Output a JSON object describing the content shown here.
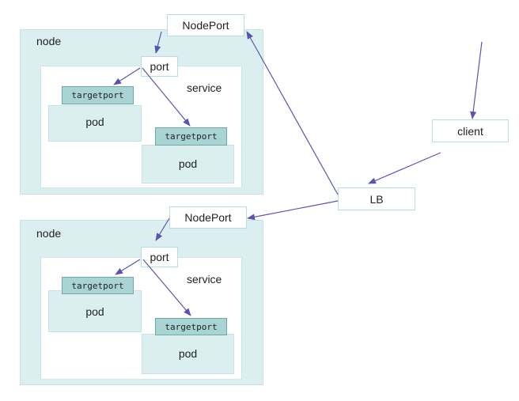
{
  "nodes": [
    {
      "label": "node",
      "nodeport": "NodePort",
      "port": "port",
      "service": "service",
      "pods": [
        {
          "targetport": "targetport",
          "label": "pod"
        },
        {
          "targetport": "targetport",
          "label": "pod"
        }
      ]
    },
    {
      "label": "node",
      "nodeport": "NodePort",
      "port": "port",
      "service": "service",
      "pods": [
        {
          "targetport": "targetport",
          "label": "pod"
        },
        {
          "targetport": "targetport",
          "label": "pod"
        }
      ]
    }
  ],
  "client": "client",
  "lb": "LB",
  "colors": {
    "arrow": "#5a54b0",
    "node_fill": "#dceff0",
    "targetport_fill": "#a9d4d4"
  }
}
